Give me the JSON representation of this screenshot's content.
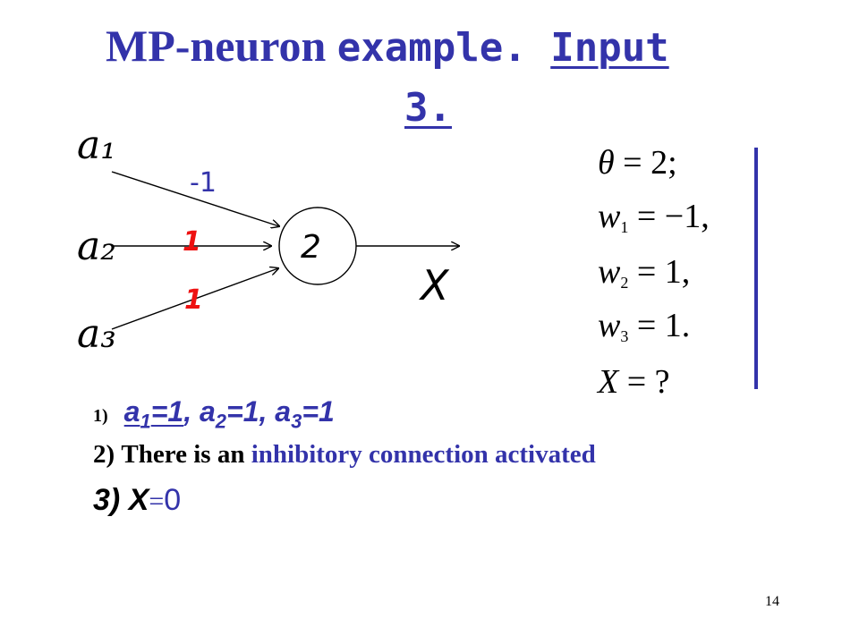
{
  "title": {
    "part1": "MP-neuron ",
    "part2": "example. ",
    "part3": "Input",
    "part4": "3."
  },
  "diagram": {
    "inputs": [
      "a₁",
      "a₂",
      "a₃"
    ],
    "weights": [
      "-1",
      "1",
      "1"
    ],
    "threshold": "2",
    "output": "X",
    "colors": {
      "weight_negative": "#3333aa",
      "weight_positive": "#ee1111",
      "edges": "#000000"
    }
  },
  "equations": {
    "theta": {
      "symbol": "θ",
      "rhs": " = 2;"
    },
    "w1": {
      "var": "w",
      "sub": "1",
      "rhs": " = −1,"
    },
    "w2": {
      "var": "w",
      "sub": "2",
      "rhs": " = 1,"
    },
    "w3": {
      "var": "w",
      "sub": "3",
      "rhs": " = 1."
    },
    "x": {
      "var": "X",
      "rhs": " = ?"
    }
  },
  "list": {
    "item1": {
      "num": "1)",
      "a1_var": "a",
      "a1_sub": "1",
      "a1_val": "=1",
      "sep1": ", ",
      "a2_var": "a",
      "a2_sub": "2",
      "a2_val": "=1",
      "sep2": ", ",
      "a3_var": "a",
      "a3_sub": "3",
      "a3_val": "=1"
    },
    "item2": {
      "num": "2)",
      "text": "There is an ",
      "highlight": "inhibitory connection activated"
    },
    "item3": {
      "num": "3)",
      "var": "X",
      "op": "=",
      "val": "0"
    }
  },
  "page_number": "14",
  "colors": {
    "title": "#3333aa",
    "accent_blue": "#3333aa",
    "accent_red": "#ee1111",
    "divider": "#3333aa"
  }
}
